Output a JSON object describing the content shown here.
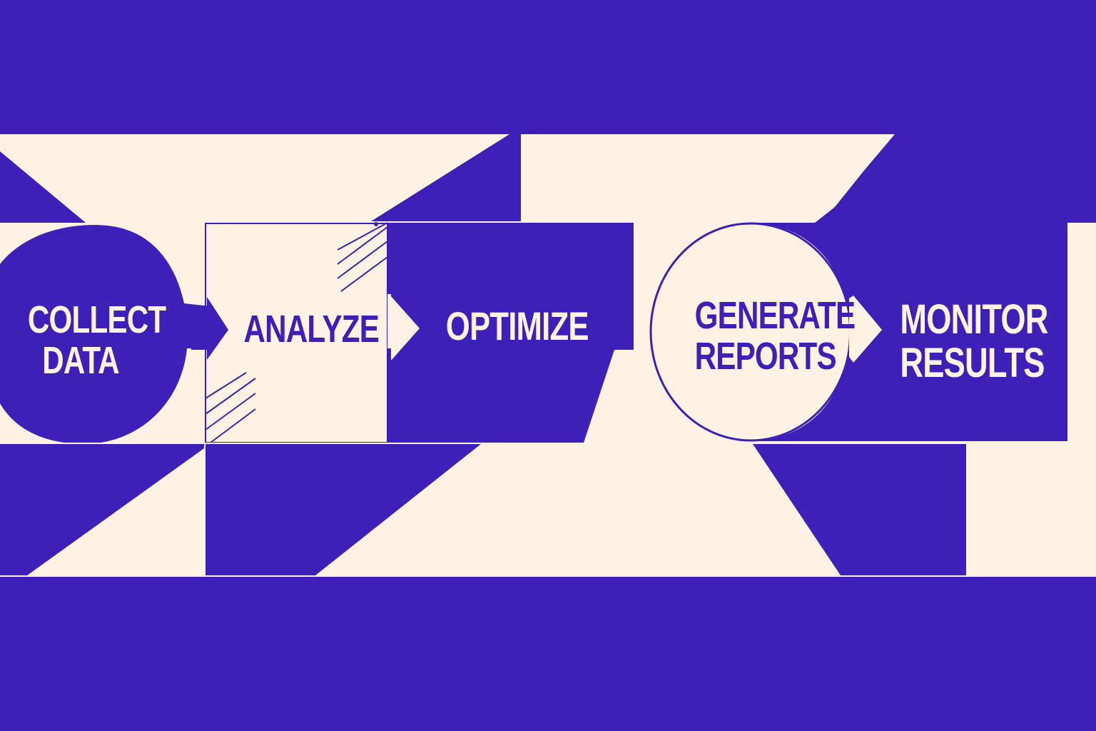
{
  "colors": {
    "primary": "#3d20b8",
    "background": "#fdf2e4"
  },
  "steps": [
    {
      "id": "collect-data",
      "lines": [
        "COLLECT",
        "DATA"
      ],
      "shape": "filled-circle"
    },
    {
      "id": "analyze",
      "lines": [
        "ANALYZE"
      ],
      "shape": "outlined-square"
    },
    {
      "id": "optimize",
      "lines": [
        "OPTIMIZE"
      ],
      "shape": "filled-rectangle"
    },
    {
      "id": "generate-reports",
      "lines": [
        "GENERATE",
        "REPORTS"
      ],
      "shape": "outlined-circle"
    },
    {
      "id": "monitor-results",
      "lines": [
        "MONITOR",
        "RESULTS"
      ],
      "shape": "filled-rectangle"
    }
  ],
  "connectors": [
    {
      "from": "collect-data",
      "to": "analyze",
      "icon": "arrow-right-icon"
    },
    {
      "from": "analyze",
      "to": "optimize",
      "icon": "arrow-right-icon"
    },
    {
      "from": "optimize",
      "to": "generate-reports",
      "icon": "arrow-right-icon"
    },
    {
      "from": "generate-reports",
      "to": "monitor-results",
      "icon": "arrow-right-icon"
    }
  ]
}
